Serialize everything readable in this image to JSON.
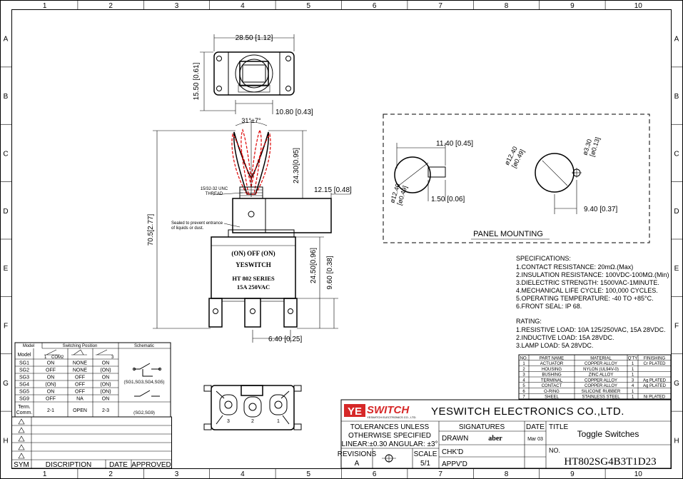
{
  "frame": {
    "cols": [
      "1",
      "2",
      "3",
      "4",
      "5",
      "6",
      "7",
      "8",
      "9",
      "10"
    ],
    "rows": [
      "A",
      "B",
      "C",
      "D",
      "E",
      "F",
      "G",
      "H"
    ]
  },
  "dims": {
    "width_top": "28.50 [1.12]",
    "height_top": "15.50 [0.61]",
    "width_small": "10.80 [0.43]",
    "angle": "31°±7°",
    "lever": "24.30[0.95]",
    "thread": [
      "15/32-32 UNC",
      "THREAD"
    ],
    "bush": "12.15 [0.48]",
    "seal": [
      "Sealed to prevent entrance",
      "of liquids or dust."
    ],
    "overall": "70.5[2.77]",
    "body": "24.50[0.96]",
    "terminal": "9.60 [0.38]",
    "pitch": "6.40 [0.25]"
  },
  "body_label": {
    "line1": "(ON) OFF (ON)",
    "line2": "YESWITCH",
    "line3": "HT 802 SERIES",
    "line4": "15A   250VAC"
  },
  "panel": {
    "title": "PANEL MOUNTING",
    "d1": "11.40 [0.45]",
    "d2": "1.50 [0.06]",
    "d3a": "ø12.40",
    "d3b": "[ø0.49]",
    "d4a": "ø12.40",
    "d4b": "[ø0.49]",
    "d5a": "ø3.30",
    "d5b": "[ø0.13]",
    "d6": "9.40 [0.37]"
  },
  "specs": {
    "title": "SPECIFICATIONS:",
    "lines": [
      "1.CONTACT RESISTANCE: 20mΩ.(Max)",
      "2.INSULATION RESISTANCE: 100VDC-100MΩ.(Min)",
      "3.DIELECTRIC STRENGTH: 1500VAC-1MINUTE.",
      "4.MECHANICAL LIFE CYCLE: 100,000 CYCLES.",
      "5.OPERATING TEMPERATURE: -40 TO +85°C.",
      "6.FRONT SEAL: IP 68."
    ]
  },
  "rating": {
    "title": "RATING:",
    "lines": [
      "1.RESISTIVE LOAD: 10A 125/250VAC, 15A 28VDC.",
      "2.INDUCTIVE LOAD: 15A 28VDC.",
      "3.LAMP LOAD: 5A 28VDC."
    ]
  },
  "parts": {
    "headers": [
      "NO.",
      "PART NAME",
      "MATERIAL",
      "Q'TY",
      "FINISHING"
    ],
    "rows": [
      [
        "1",
        "ACTUATOR",
        "COPPER ALLOY",
        "1",
        "Cr PLATED"
      ],
      [
        "2",
        "HOUSING",
        "NYLON (UL94V-0)",
        "1",
        ""
      ],
      [
        "3",
        "BUSHING",
        "ZINC ALLOY",
        "1",
        ""
      ],
      [
        "4",
        "TERMINAL",
        "COPPER ALLOY",
        "3",
        "Ag PLATED"
      ],
      [
        "5",
        "CONTACT",
        "COPPER ALLOY",
        "4",
        "Ag PLATED"
      ],
      [
        "6",
        "O-RING",
        "SILICONE RUBBER",
        "1",
        ""
      ],
      [
        "7",
        "SHEEL",
        "STAINLESS STEEL",
        "1",
        "Ni PLATED"
      ]
    ]
  },
  "model_table": {
    "h_model": "Model",
    "h_position": "Switching Position",
    "h_schematic": "Schematic",
    "rows": [
      [
        "SG1",
        "ON",
        "NONE",
        "ON"
      ],
      [
        "SG2",
        "OFF",
        "NONE",
        "(ON)"
      ],
      [
        "SG3",
        "ON",
        "OFF",
        "ON"
      ],
      [
        "SG4",
        "(ON)",
        "OFF",
        "(ON)"
      ],
      [
        "SG5",
        "ON",
        "OFF",
        "(ON)"
      ],
      [
        "SG9",
        "OFF",
        "NA",
        "ON"
      ]
    ],
    "term_label": "Term. Comm.",
    "term": [
      "2-1",
      "OPEN",
      "2-3"
    ],
    "schem_a": "(SG1,SG3,SG4,SG5)",
    "schem_b": "(SG2,SG9)",
    "pos_labels": [
      "1",
      "COM",
      "2",
      "3"
    ]
  },
  "title_block": {
    "brand": "SWITCH",
    "brand_ye": "YE",
    "brand_sub": "YESWITCH ELECTRONICS CO., LTD.",
    "company": "YESWITCH ELECTRONICS CO.,LTD.",
    "tol1": "TOLERANCES UNLESS",
    "tol2": "OTHERWISE SPECIFIED",
    "tol3": "LINEAR:±0.30 ANGULAR: ±3°",
    "signatures": "SIGNATURES",
    "date": "DATE",
    "title_label": "TITLE",
    "title": "Toggle Switches",
    "drawn": "DRAWN",
    "drawn_by": "aber",
    "drawn_date": "Mar 03",
    "chkd": "CHK'D",
    "appvd": "APPV'D",
    "revisions": "REVISIONS",
    "rev": "A",
    "scale": "SCALE",
    "scale_val": "5/1",
    "no_label": "NO.",
    "part_no": "HT802SG4B3T1D23"
  },
  "rev_table": {
    "sym": "SYM",
    "description": "DISCRIPTION",
    "date": "DATE",
    "approved": "APPROVED"
  },
  "pins": [
    "3",
    "2",
    "1"
  ]
}
